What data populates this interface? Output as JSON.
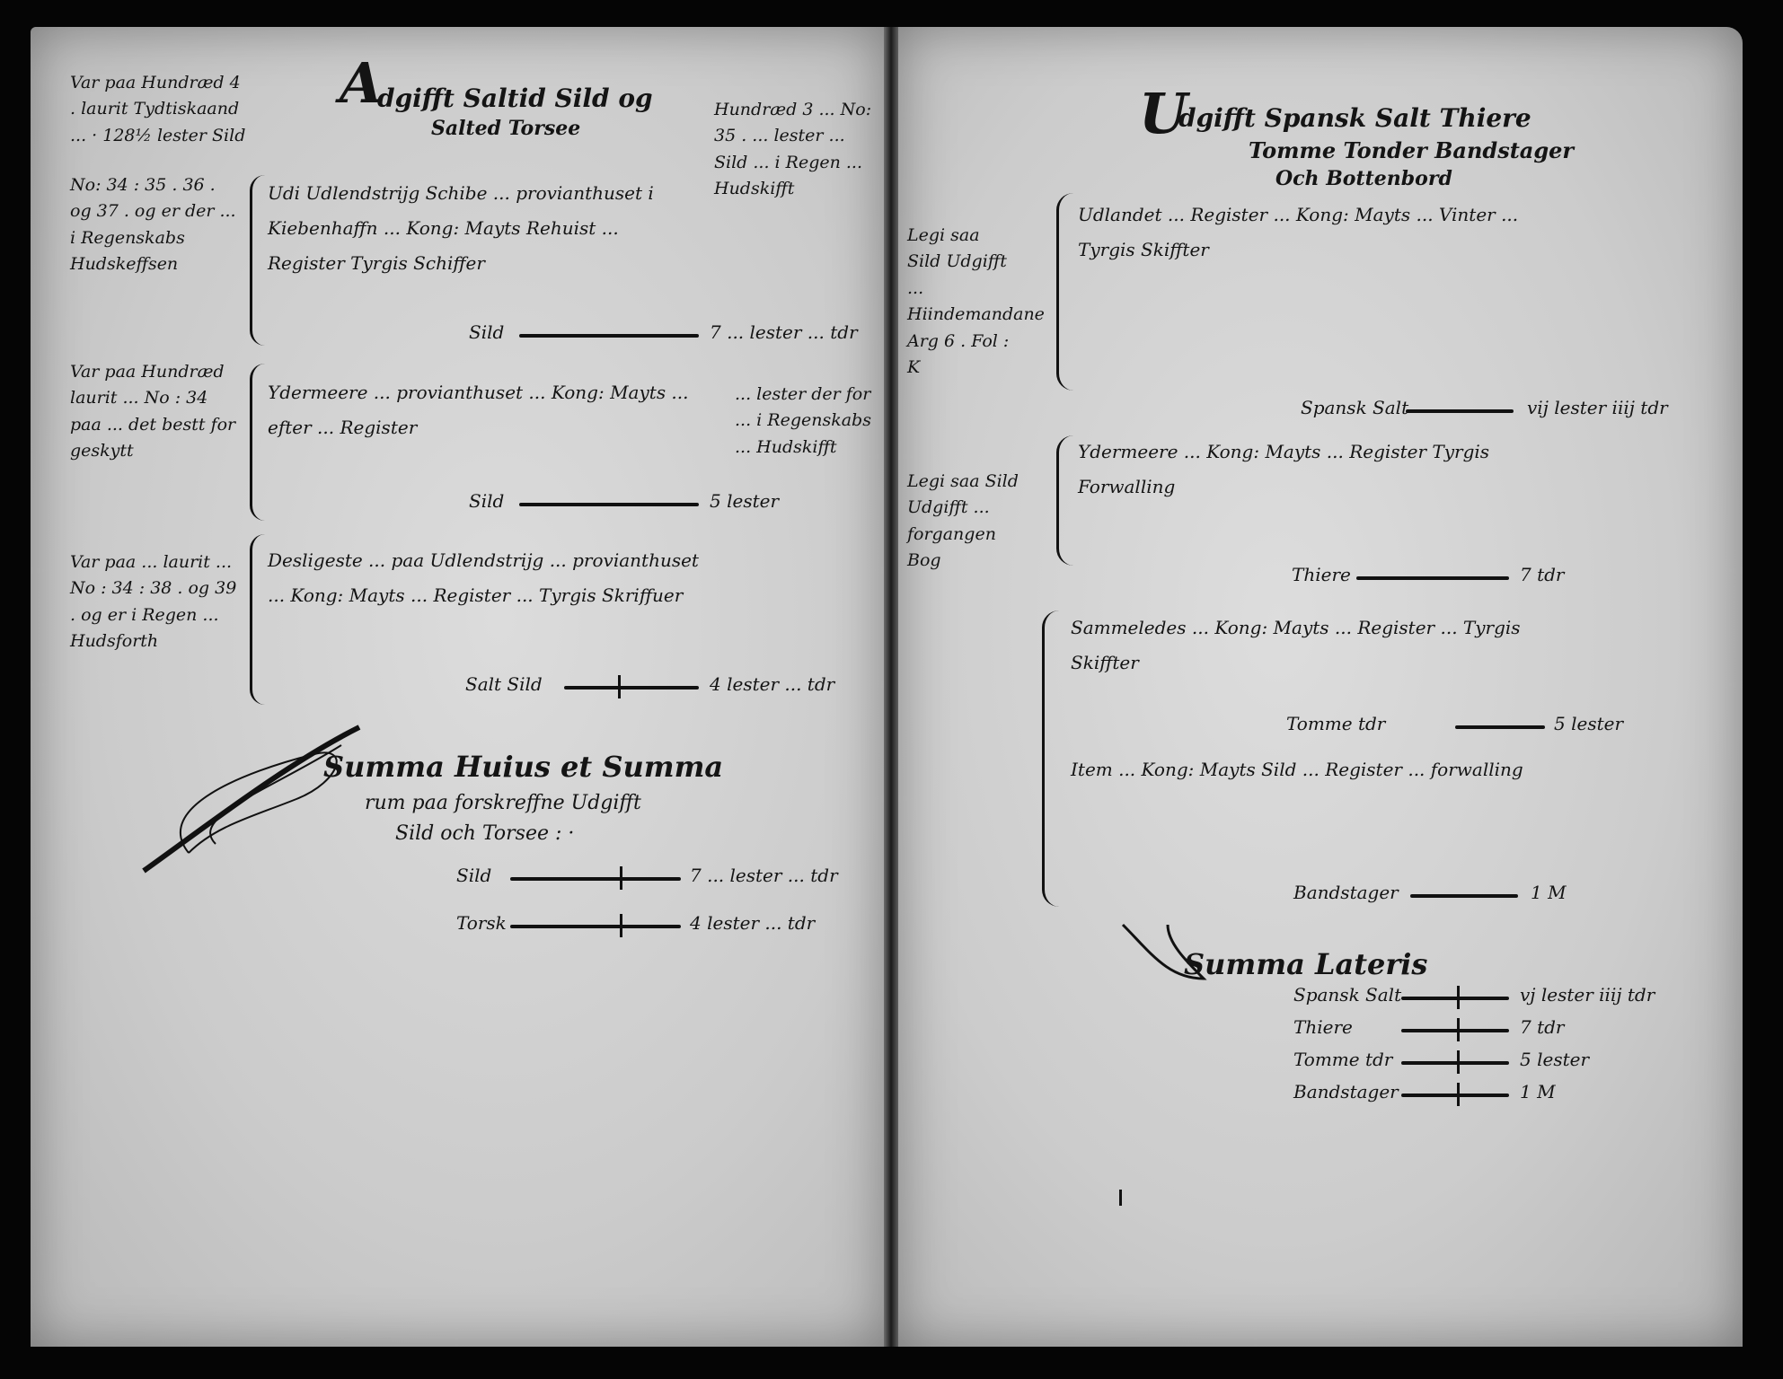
{
  "left_page": {
    "margin_notes": [
      "Var paa Hundræd 4 . laurit Tydtiskaand ... · 128½ lester Sild",
      "No: 34 : 35 . 36 . og 37 . og er der ... i Regenskabs Hudskeffsen",
      "Var paa Hundræd laurit ... No : 34 paa ... det bestt for geskytt",
      "Var paa ... laurit ... No : 34 : 38 . og 39 . og er i Regen ... Hudsforth"
    ],
    "heading_initial": "A",
    "heading_line1": "dgifft Saltid Sild og",
    "heading_line2": "Salted Torsee",
    "right_note": "Hundræd 3 ... No: 35 . ... lester ... Sild ... i Regen ... Hudskifft",
    "right_note2": "... lester der for ... i Regenskabs ... Hudskifft",
    "entries": [
      {
        "text": "Udi Udlendstrijg Schibe ... provianthuset i Kiebenhaffn ... Kong: Mayts Rehuist ... Register Tyrgis Schiffer",
        "item": "Sild",
        "amount": "7 ... lester ... tdr"
      },
      {
        "text": "Ydermeere ... provianthuset ... Kong: Mayts ... efter ... Register",
        "item": "Sild",
        "amount": "5 lester"
      },
      {
        "text": "Desligeste ... paa Udlendstrijg ... provianthuset ... Kong: Mayts ... Register ... Tyrgis Skriffuer",
        "item": "Salt Sild",
        "amount": "4 lester ... tdr"
      }
    ],
    "summa_line1": "Summa Huius et Summa",
    "summa_line2": "rum paa forskreffne Udgifft",
    "summa_line3": "Sild och Torsee : ·",
    "summa_rows": [
      {
        "item": "Sild",
        "amount": "7 ... lester ... tdr"
      },
      {
        "item": "Torsk",
        "amount": "4 lester ... tdr"
      }
    ]
  },
  "right_page": {
    "heading_initial": "U",
    "heading_line1": "dgifft Spansk Salt Thiere",
    "heading_line2": "Tomme Tonder Bandstager",
    "heading_line3": "Och Bottenbord",
    "margin_notes": [
      "Legi saa Sild Udgifft ... Hiindemandane Arg 6 . Fol : K",
      "Legi saa Sild Udgifft ... forgangen Bog"
    ],
    "entries": [
      {
        "text": "Udlandet ... Register ... Kong: Mayts ... Vinter ... Tyrgis Skiffter",
        "item": "Spansk Salt",
        "amount": "vij lester iiij tdr"
      },
      {
        "text": "Ydermeere ... Kong: Mayts ... Register Tyrgis Forwalling",
        "item": "Thiere",
        "amount": "7 tdr"
      },
      {
        "text": "Sammeledes ... Kong: Mayts ... Register ... Tyrgis Skiffter",
        "item": "Tomme tdr",
        "amount": "5 lester"
      },
      {
        "text": "Item ... Kong: Mayts Sild ... Register ... forwalling",
        "item": "Bandstager",
        "amount": "1 M"
      }
    ],
    "summa_head": "Summa Lateris",
    "summa_rows": [
      {
        "item": "Spansk Salt",
        "amount": "vj lester iiij tdr"
      },
      {
        "item": "Thiere",
        "amount": "7 tdr"
      },
      {
        "item": "Tomme tdr",
        "amount": "5 lester"
      },
      {
        "item": "Bandstager",
        "amount": "1 M"
      }
    ]
  }
}
